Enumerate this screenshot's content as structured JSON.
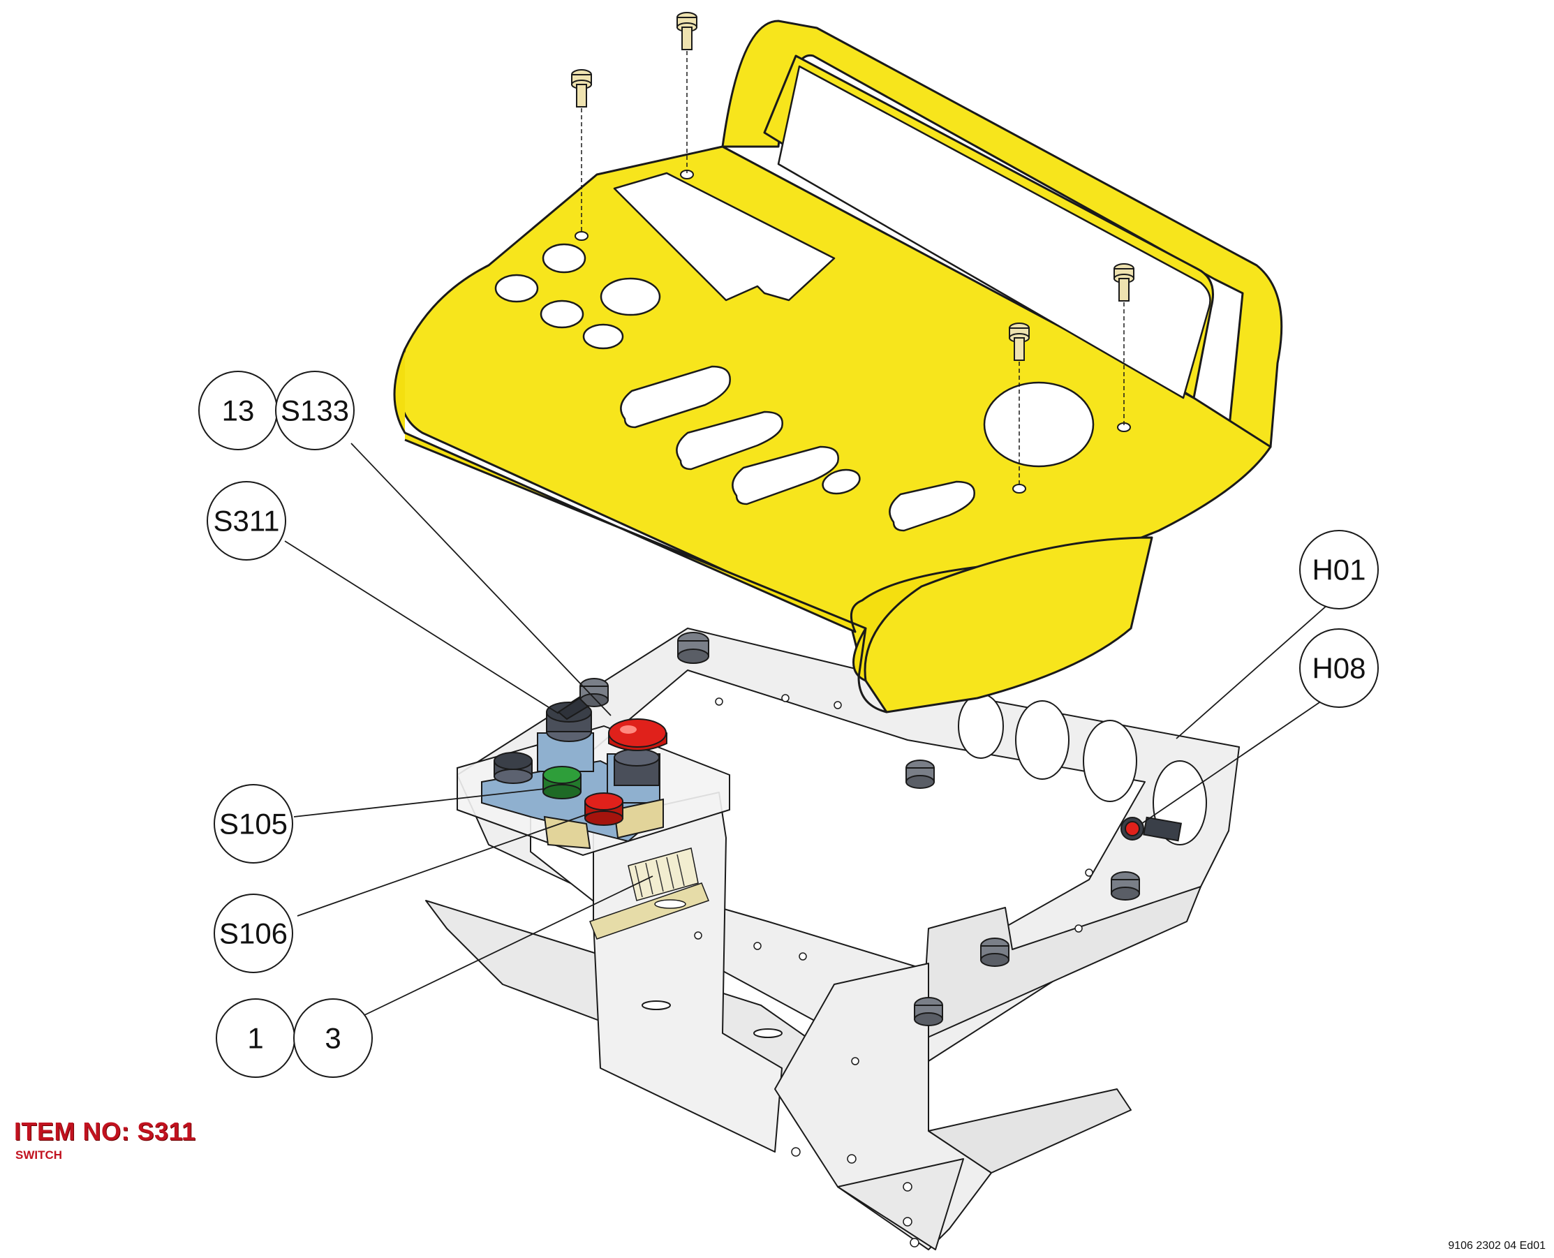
{
  "callouts": {
    "c13": "13",
    "s133": "S133",
    "s311": "S311",
    "s105": "S105",
    "s106": "S106",
    "c1": "1",
    "c3": "3",
    "h01": "H01",
    "h08": "H08"
  },
  "item": {
    "title": "ITEM NO: S311",
    "subtitle": "SWITCH"
  },
  "document_number": "9106 2302 04 Ed01",
  "colors": {
    "cover_yellow": "#f7e51c",
    "frame_gray": "#ececec",
    "outline": "#1a1a1a",
    "button_red": "#e0211b",
    "button_green": "#2e9e3a",
    "switch_body_blue": "#8fb0cf",
    "knob_dark": "#4a4f5a",
    "item_red": "#c1121f"
  },
  "icons": [
    "bolt-icon",
    "emergency-stop-icon",
    "selector-switch-icon",
    "pushbutton-icon",
    "indicator-lamp-icon",
    "rubber-foot-icon",
    "terminal-block-icon"
  ]
}
